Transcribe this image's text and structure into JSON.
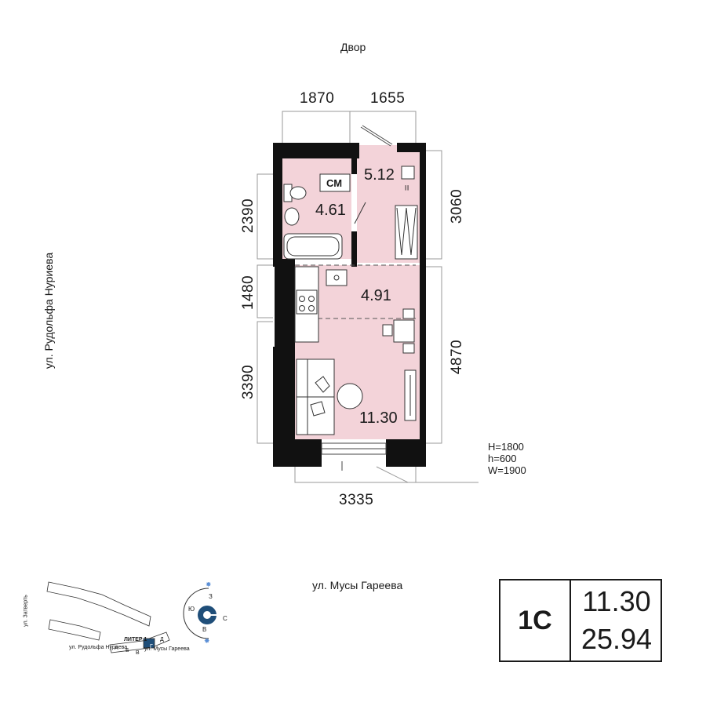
{
  "orientation": {
    "top_label": "Двор",
    "left_street": "ул. Рудольфа Нуриева",
    "bottom_street": "ул. Мусы Гареева"
  },
  "dimensions": {
    "top_left": "1870",
    "top_right": "1655",
    "left_upper": "2390",
    "left_middle": "1480",
    "left_lower": "3390",
    "right_upper": "3060",
    "right_lower": "4870",
    "bottom": "3335"
  },
  "rooms": {
    "bathroom_area": "4.61",
    "hall_area": "5.12",
    "kitchen_area": "4.91",
    "living_area": "11.30",
    "washer_label": "СМ"
  },
  "window": {
    "height": "H=1800",
    "sill": "h=600",
    "width": "W=1900"
  },
  "summary": {
    "type": "1С",
    "living_area": "11.30",
    "total_area": "25.94"
  },
  "site_plan": {
    "street_left": "ул. Затверть",
    "street_bottom": "ул. Рудольфа Нуриева",
    "street_right": "ул. Мусы Гареева",
    "building": "ЛИТЕР 1",
    "sections": [
      "А",
      "Б",
      "В",
      "Г",
      "Д"
    ]
  },
  "compass": {
    "north": "З",
    "east": "С",
    "south": "В",
    "west": "Ю"
  },
  "colors": {
    "room_fill": "#f3d3d9",
    "wall": "#111111",
    "accent": "#1f4e79"
  }
}
